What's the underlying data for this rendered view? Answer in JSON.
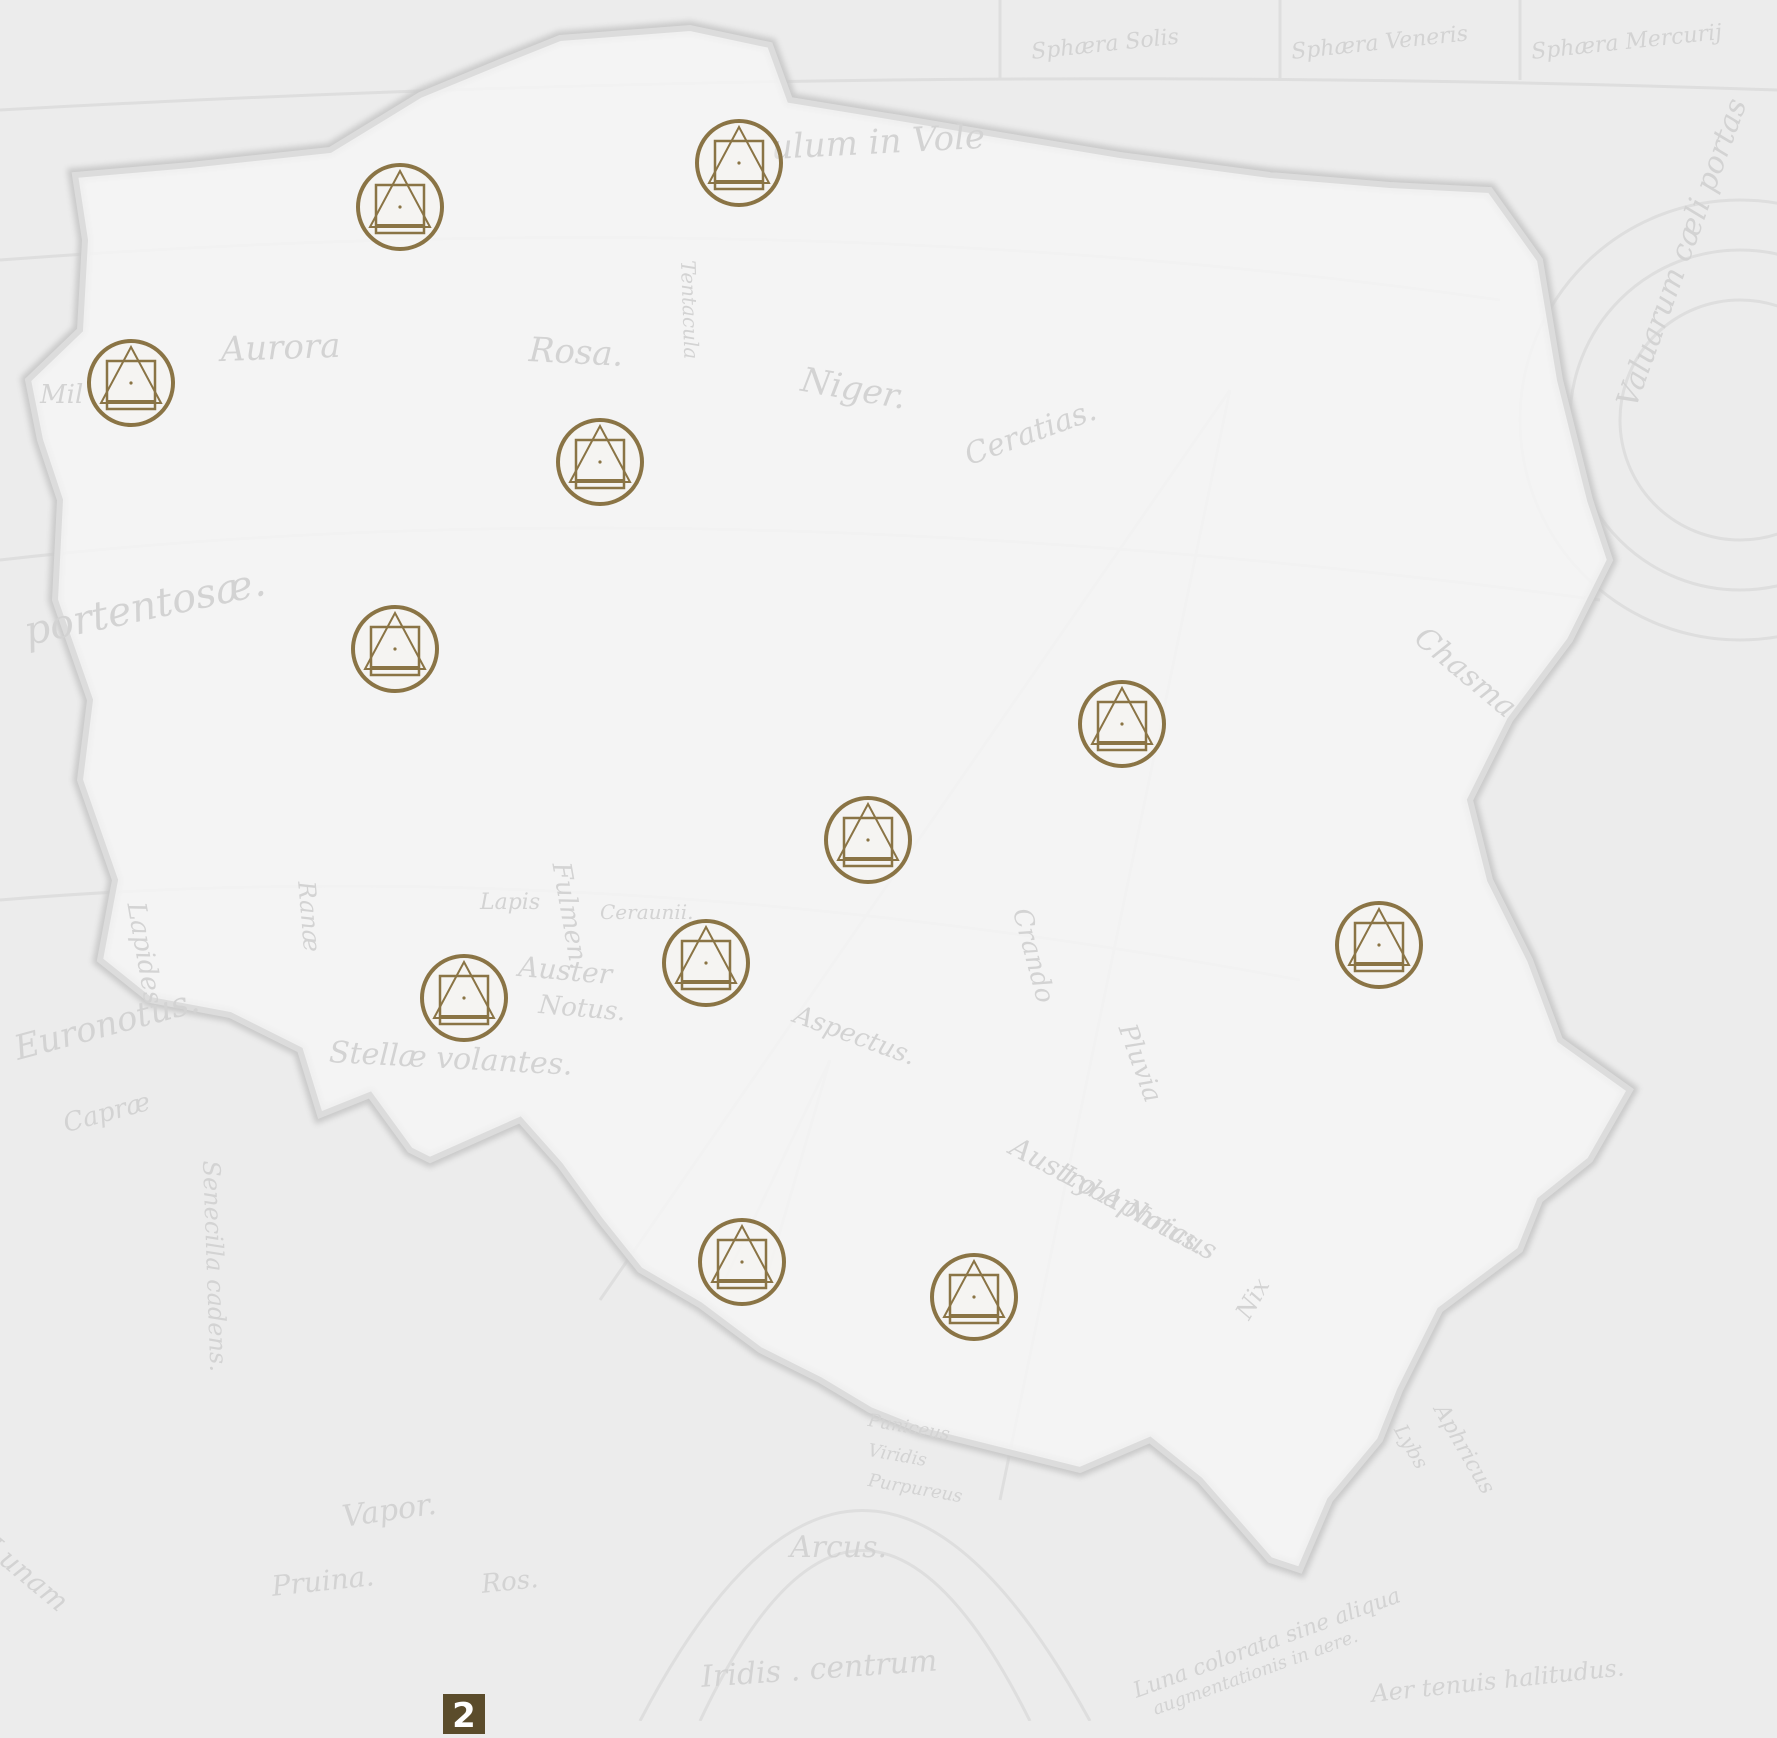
{
  "theme": {
    "marker_color": "#8a7445",
    "badge_color": "#5b4c2b",
    "country_fill": "#f6f6f6",
    "country_outline": "#d2d2d2",
    "background": "#ececec"
  },
  "background_labels": [
    "Aurora",
    "Rosa.",
    "Niger.",
    "Ceratias.",
    "Mil",
    "portentosæ.",
    "Lapides",
    "Ranæ",
    "Fulmen.",
    "Ceraunii.",
    "Lapis",
    "Auster",
    "Notus.",
    "Stellæ volantes.",
    "Euronotus.",
    "Capræ",
    "Senecilla cadens.",
    "Aspectus.",
    "Crando",
    "Pluvia",
    "Austro Aphricus",
    "Lyba Notus.",
    "Nix",
    "Chasma",
    "Vapor.",
    "Pruina.",
    "Ros.",
    "Arcus.",
    "Iridis . centrum",
    "Aer tenuis halitudus.",
    "Luna colorata sine aliqua",
    "augmentationis in aere.",
    "Aphricus",
    "Lybs",
    "Lunam",
    "Sphæra Solis",
    "Sphæra Veneris",
    "Sphæra Mercurij",
    "Valuarum cæli portas",
    "Tentacula",
    "Puniceus",
    "Viridis",
    "Purpureus",
    "ulum in Vole"
  ],
  "markers": [
    {
      "name": "marker-1",
      "icon": "triangle-square-circle-icon"
    },
    {
      "name": "marker-2",
      "icon": "triangle-square-circle-icon"
    },
    {
      "name": "marker-3",
      "icon": "triangle-square-circle-icon"
    },
    {
      "name": "marker-4",
      "icon": "triangle-square-circle-icon"
    },
    {
      "name": "marker-5",
      "icon": "triangle-square-circle-icon"
    },
    {
      "name": "marker-6",
      "icon": "triangle-square-circle-icon"
    },
    {
      "name": "marker-7",
      "icon": "triangle-square-circle-icon"
    },
    {
      "name": "marker-8",
      "icon": "triangle-square-circle-icon"
    },
    {
      "name": "marker-9",
      "icon": "triangle-square-circle-icon"
    },
    {
      "name": "marker-10",
      "icon": "triangle-square-circle-icon"
    },
    {
      "name": "marker-11",
      "icon": "triangle-square-circle-icon"
    },
    {
      "name": "marker-12",
      "icon": "triangle-square-circle-icon"
    },
    {
      "name": "marker-13",
      "icon": "triangle-square-circle-icon"
    }
  ],
  "badge": {
    "label": "2"
  }
}
